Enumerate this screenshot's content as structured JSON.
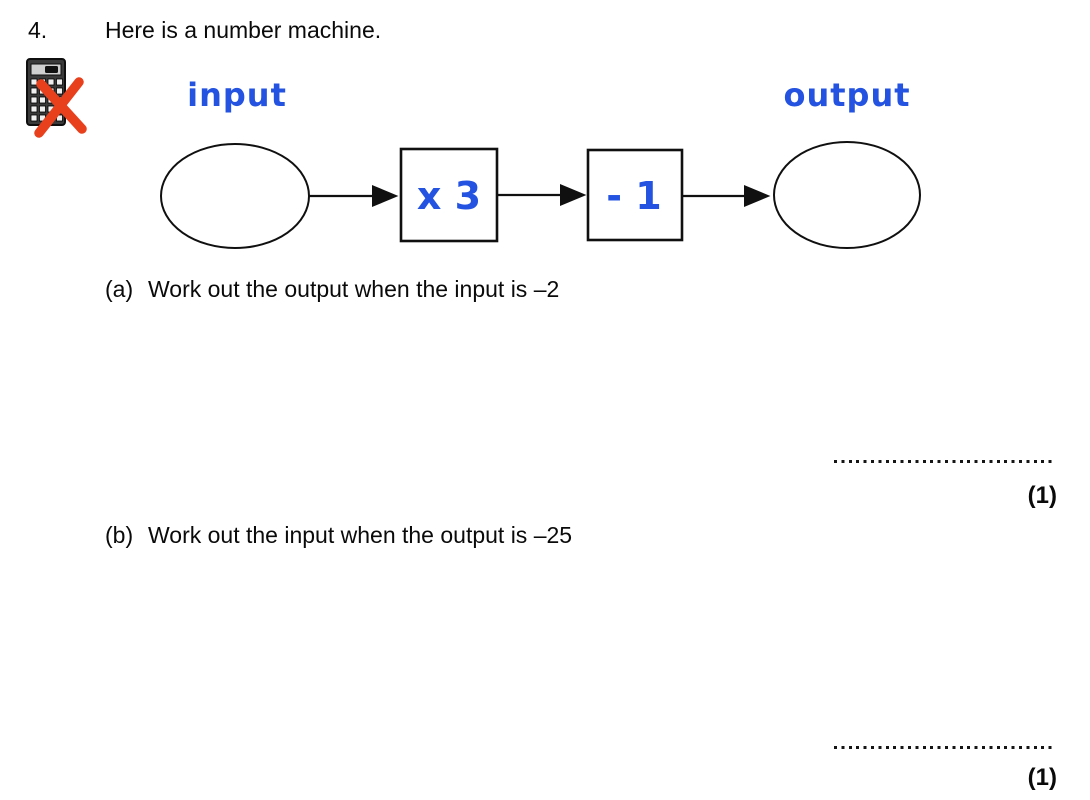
{
  "question": {
    "number": "4.",
    "intro": "Here is a number machine."
  },
  "machine": {
    "input_label": "input",
    "output_label": "output",
    "box1_label": "x 3",
    "box2_label": "- 1"
  },
  "parts": [
    {
      "label": "(a)",
      "text": "Work out the output when the input is –2",
      "marks": "(1)"
    },
    {
      "label": "(b)",
      "text": "Work out the input when the output is –25",
      "marks": "(1)"
    }
  ],
  "icons": {
    "no_calculator": "calculator-with-red-cross"
  },
  "colors": {
    "machine_blue": "#2353e0",
    "cross_red": "#e8401c",
    "text_black": "#0a0a0a"
  }
}
